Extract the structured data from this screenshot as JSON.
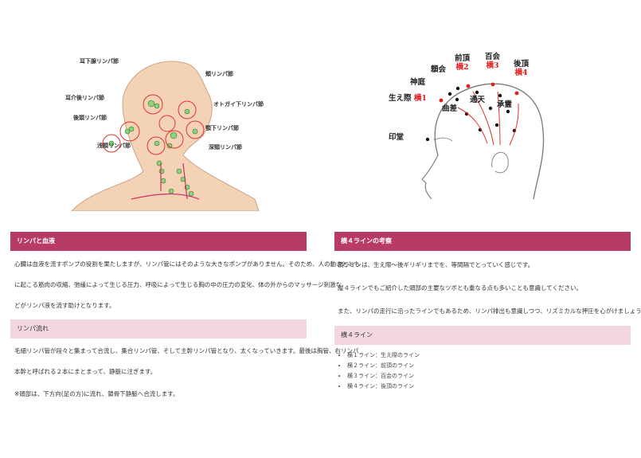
{
  "left": {
    "figure_labels": [
      "耳下腺リンパ節",
      "頬リンパ節",
      "耳介後リンパ節",
      "オトガイ下リンパ節",
      "後頭リンパ節",
      "顎下リンパ節",
      "浅頸リンパ節",
      "深頸リンパ節"
    ],
    "section1": {
      "title": "リンパと血液",
      "lines": [
        "心臓は血液を流すポンプの役割を果たしますが、リンパ管にはそのような大きなポンプがありません。そのため、人の動きととも",
        "に起こる筋肉の収縮、弛緩によって生じる圧力、呼吸によって生じる胸の中の圧力の変化、体の外からのマッサージ刺激な",
        "どがリンパ液を流す助けとなります。"
      ]
    },
    "section2": {
      "title": "リンパ流れ",
      "lines": [
        "毛細リンパ管が段々と集まって合流し、集合リンパ管、そして主幹リンパ管となり、太くなっていきます。最後は胸管、右リンパ",
        "本幹と呼ばれる２本にまとまって、静脈に注ぎます。",
        "※頭部は、下方向(足の方)に流れ、鎖骨下静脈へ合流します。"
      ]
    }
  },
  "right": {
    "figure_labels": {
      "zencho": "前頂",
      "yoko2": "横2",
      "hyakue": "百会",
      "yoko3": "横3",
      "shine": "顖会",
      "gocho": "後頂",
      "yoko4": "横4",
      "shintei": "神庭",
      "haegiwa": "生え際",
      "yoko1": "横1",
      "kyokusa": "曲差",
      "tsuten": "通天",
      "shorei": "承霊",
      "indo": "印堂"
    },
    "section1": {
      "title": "横４ラインの考察",
      "lines": [
        "横ラインは、生え際～後ギリギリまでを、等間隔でとっていく感じです。",
        "縦４ラインでもご紹介した頭部の主要なツボとも重なる点も多いことも意識してください。",
        "また、リンパの走行に沿ったラインでもあるため、リンパ排出も意識しつつ、リズミカルな押圧を心がけましょう。"
      ]
    },
    "section2": {
      "title": "横４ライン",
      "items": [
        "横１ライン：生え際のライン",
        "横２ライン：前頂のライン",
        "横３ライン：百会のライン",
        "横４ライン：後頂のライン"
      ]
    }
  },
  "colors": {
    "header_dark": "#b83b66",
    "header_light": "#f3d6df",
    "accent_red": "#e02020"
  }
}
